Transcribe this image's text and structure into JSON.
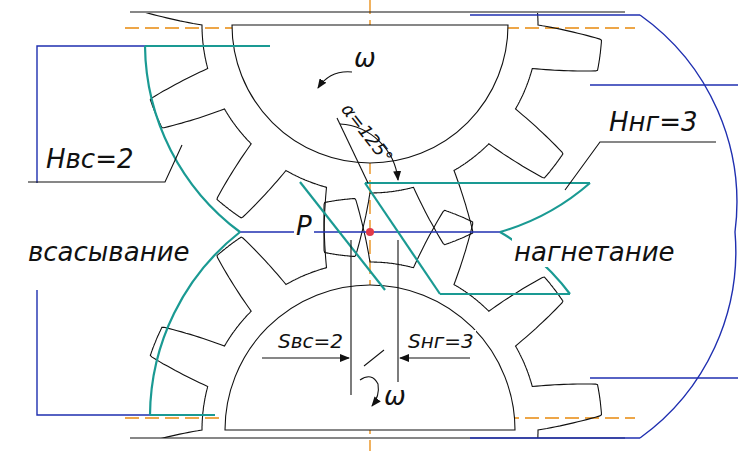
{
  "diagram": {
    "labels": [
      "ω",
      "α=125°",
      "Нвс=2",
      "Ннг=3",
      "всасывание",
      "нагнетание",
      "P",
      "Sвс=2",
      "Sнг=3",
      "ω"
    ]
  }
}
